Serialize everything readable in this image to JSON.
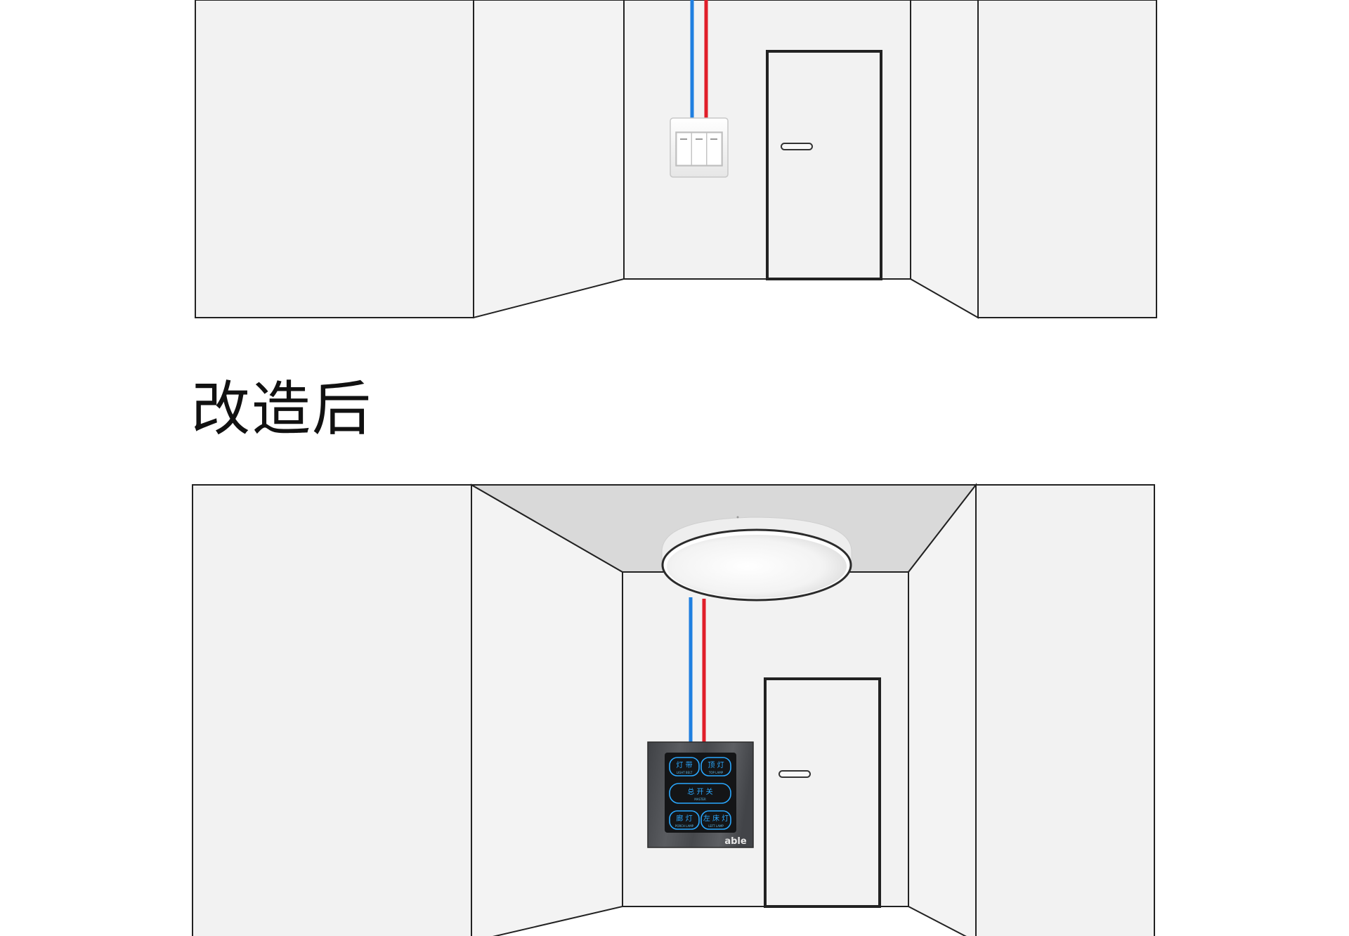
{
  "heading": "改造后",
  "panel": {
    "buttons": [
      {
        "label": "灯 带",
        "sub": "LIGHT BELT"
      },
      {
        "label": "顶 灯",
        "sub": "TOP LAMP"
      },
      {
        "label": "总 开 关",
        "sub": "MASTER"
      },
      {
        "label": "廊 灯",
        "sub": "PORCH LAMP"
      },
      {
        "label": "左 床 灯",
        "sub": "LEFT LAMP"
      }
    ],
    "logo": "able"
  },
  "colors": {
    "wall": "#f2f2f2",
    "ceiling": "#d9d9d9",
    "line": "#222222",
    "wire_blue": "#1f7fe0",
    "wire_red": "#e01e2a",
    "panel_body": "#4a4c50",
    "panel_glass": "#141517"
  },
  "icons": {
    "switch_before": "rocker-switch-icon",
    "switch_after": "smart-touch-panel-icon",
    "lamp": "ceiling-lamp-icon"
  }
}
